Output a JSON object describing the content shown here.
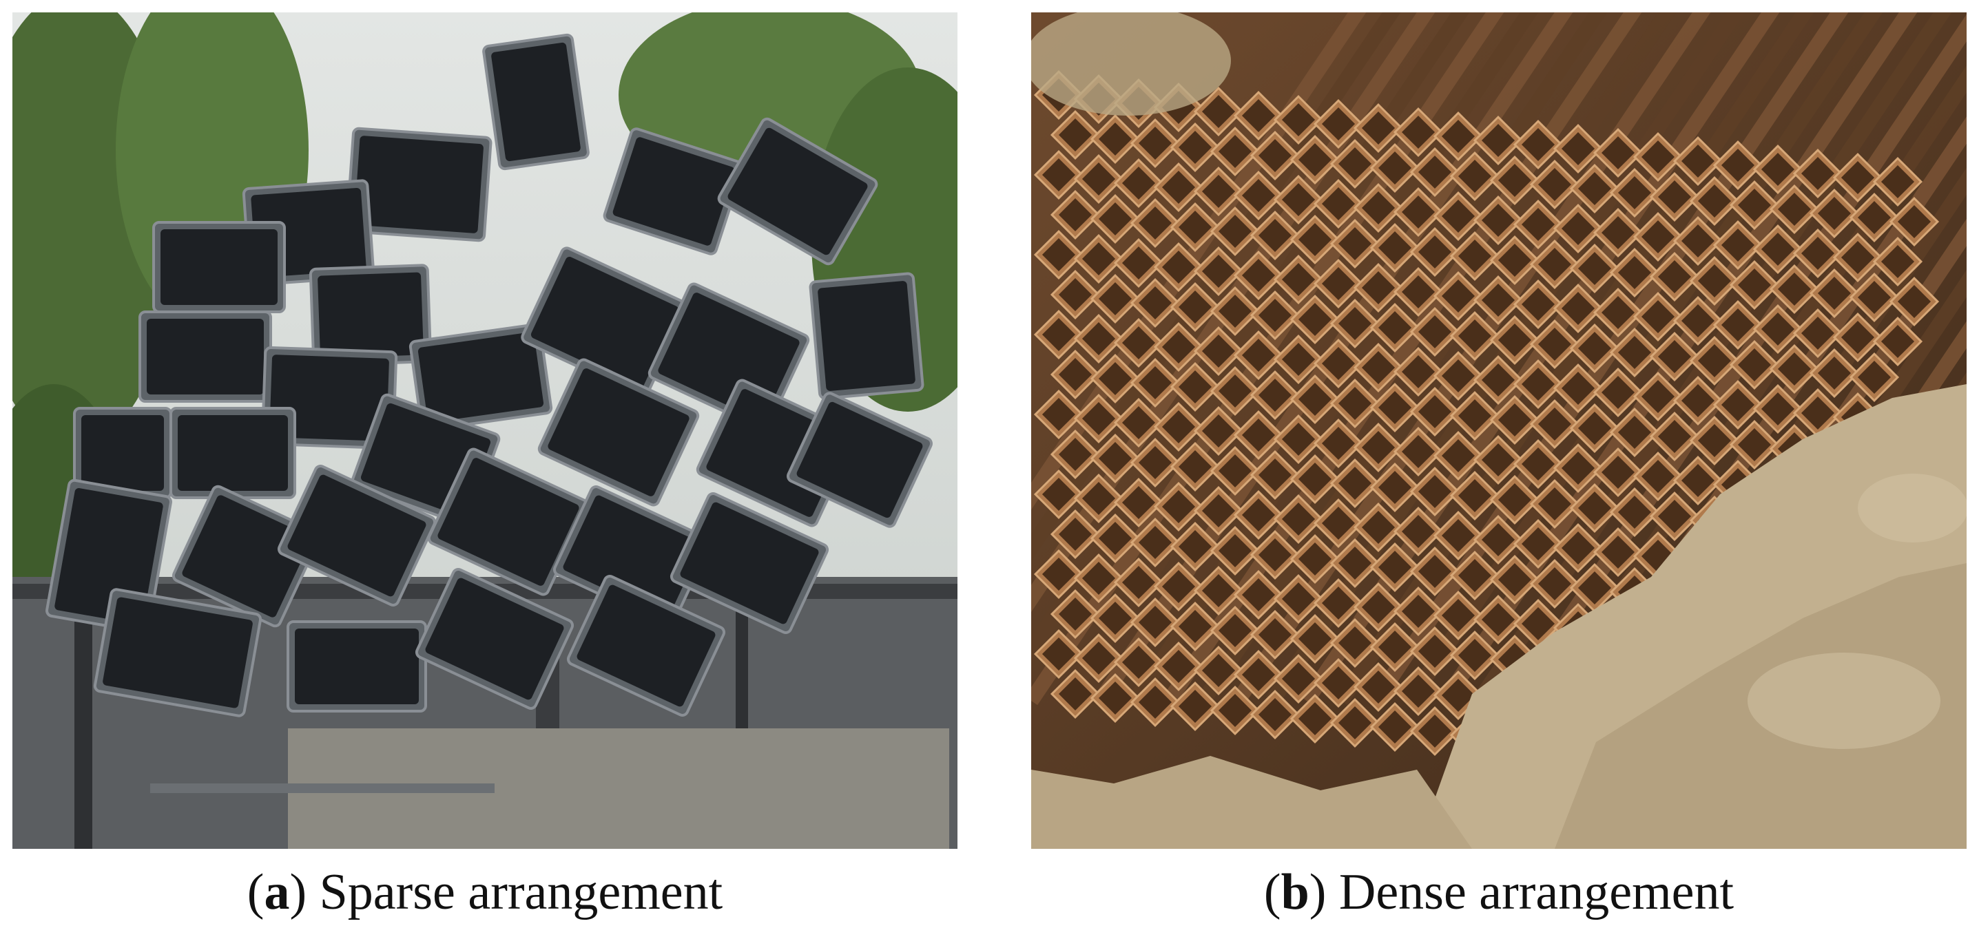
{
  "figure": {
    "panels": [
      {
        "id": "a",
        "letter": "a",
        "caption": "Sparse arrangement",
        "scene": "bundle of dark square steel tubes viewed end-on, tied together and lifted, trees and sky in background"
      },
      {
        "id": "b",
        "letter": "b",
        "caption": "Dense arrangement",
        "scene": "large stack of rusty square steel tubes viewed end-on, lying on dusty soil"
      }
    ],
    "colors": {
      "sky": "#d7dcd9",
      "foliage": "#4f6b3a",
      "dark_tube": "#1d2024",
      "tube_edge": "#8a8f95",
      "rust": "#8a5a33",
      "rust_dark": "#4a2f1a",
      "soil": "#c2b08f"
    }
  }
}
